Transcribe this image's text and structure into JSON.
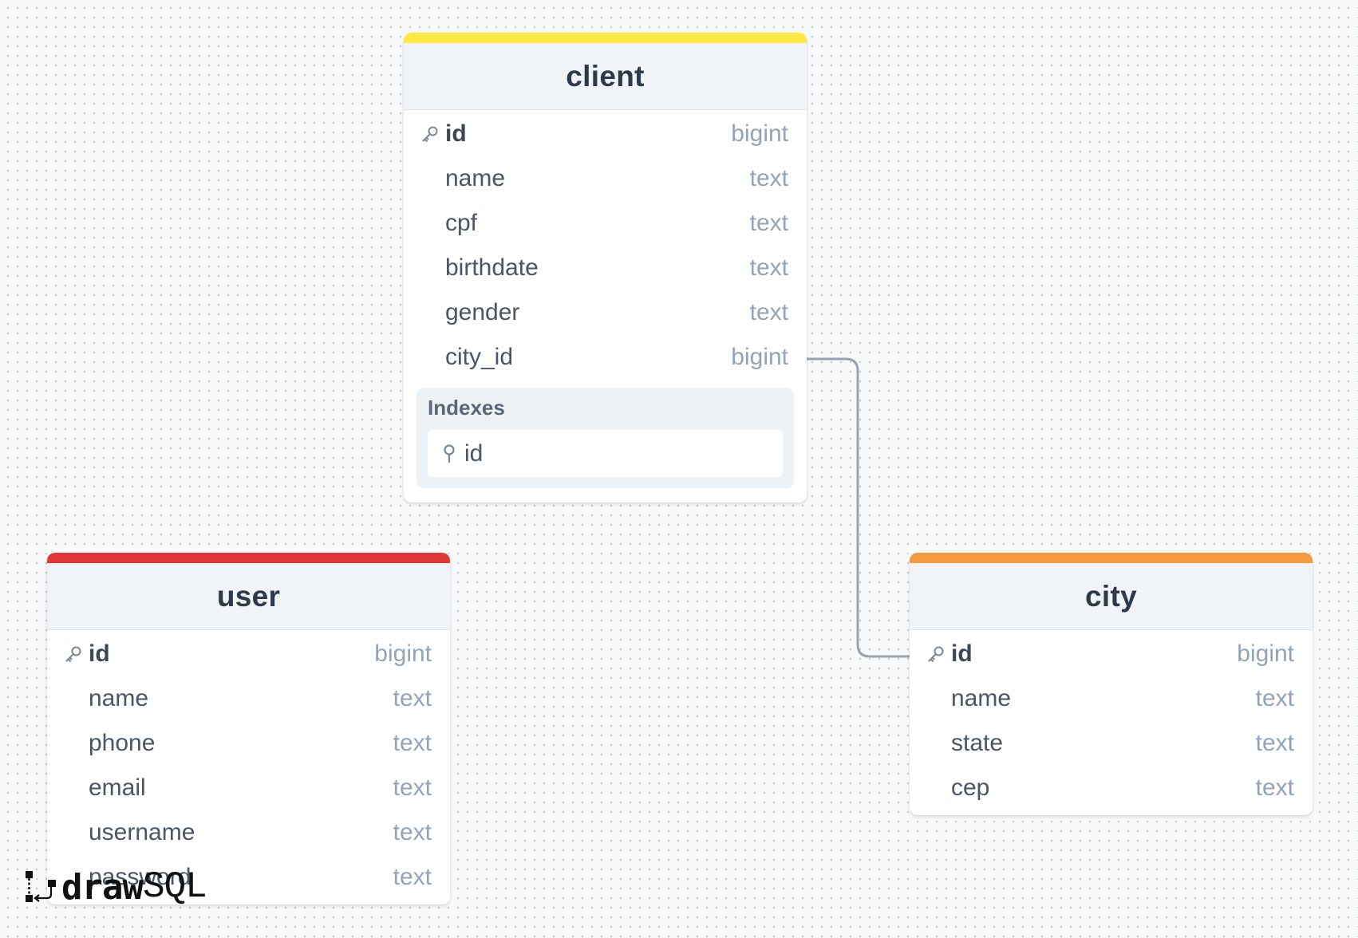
{
  "tables": {
    "client": {
      "name": "client",
      "accent_color": "#fde943",
      "columns": [
        {
          "name": "id",
          "type": "bigint",
          "primary_key": true
        },
        {
          "name": "name",
          "type": "text"
        },
        {
          "name": "cpf",
          "type": "text"
        },
        {
          "name": "birthdate",
          "type": "text"
        },
        {
          "name": "gender",
          "type": "text"
        },
        {
          "name": "city_id",
          "type": "bigint"
        }
      ],
      "indexes_title": "Indexes",
      "indexes": [
        {
          "label": "id"
        }
      ]
    },
    "user": {
      "name": "user",
      "accent_color": "#e03735",
      "columns": [
        {
          "name": "id",
          "type": "bigint",
          "primary_key": true
        },
        {
          "name": "name",
          "type": "text"
        },
        {
          "name": "phone",
          "type": "text"
        },
        {
          "name": "email",
          "type": "text"
        },
        {
          "name": "username",
          "type": "text"
        },
        {
          "name": "password",
          "type": "text"
        }
      ]
    },
    "city": {
      "name": "city",
      "accent_color": "#f5993f",
      "columns": [
        {
          "name": "id",
          "type": "bigint",
          "primary_key": true
        },
        {
          "name": "name",
          "type": "text"
        },
        {
          "name": "state",
          "type": "text"
        },
        {
          "name": "cep",
          "type": "text"
        }
      ]
    }
  },
  "relations": [
    {
      "from": "client.city_id",
      "to": "city.id"
    }
  ],
  "icons": {
    "primary_key": "key-icon",
    "index": "index-pin-icon",
    "brand": "drawsql-logo-icon"
  },
  "brand": {
    "bold": "draw",
    "light": "SQL"
  },
  "colors": {
    "connector": "#9ca3af",
    "canvas_background": "#f8f9fa"
  }
}
